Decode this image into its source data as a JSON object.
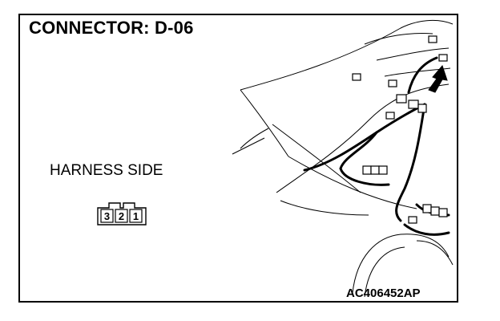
{
  "title": "CONNECTOR: D-06",
  "side_label": "HARNESS SIDE",
  "pins": [
    "3",
    "2",
    "1"
  ],
  "figure_code": "AC406452AP"
}
